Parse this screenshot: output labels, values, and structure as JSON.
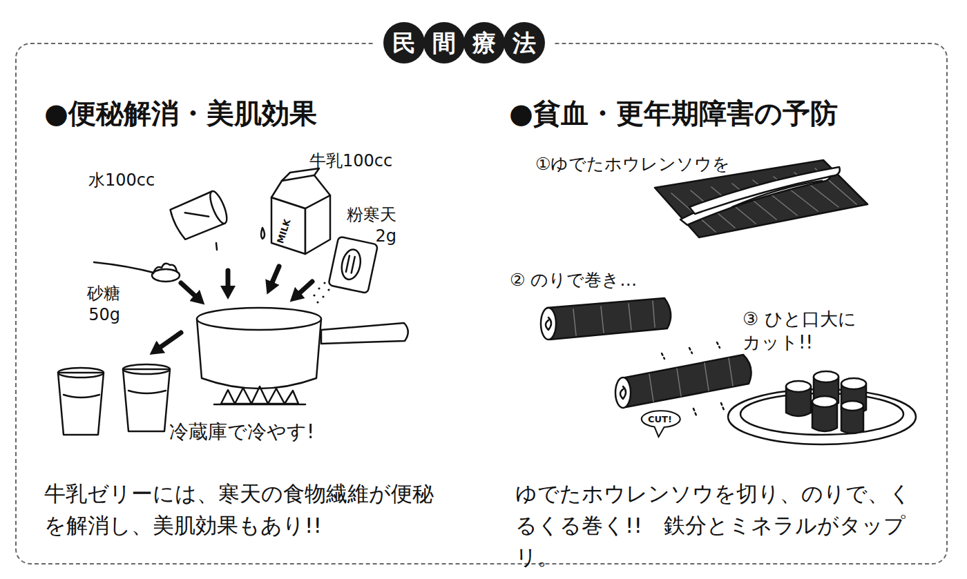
{
  "diagram": {
    "title": "民間療法",
    "nodes": [
      {
        "text": [
          "●便秘解消・美肌効果",
          "牛乳ゼリーには、寒天の食物繊維が便秘を解消し、美肌効果もあり!!",
          "●貧血・更年期障害の予防",
          "ゆでたホウレンソウを切り、のりで、くるくる巻く!!　鉄分とミネラルがタップリ。"
        ]
      },
      {
        "text": [
          "CUT!"
        ],
        "in": 0
      }
    ],
    "labels": [
      "水100cc",
      "牛乳100cc",
      "MILK",
      "粉寒天 2g",
      "砂糖 50g",
      "冷蔵庫で冷やす!",
      "①ゆでたホウレンソウを",
      "② のりで巻き…",
      "③ ひと口大に カット!!"
    ]
  }
}
